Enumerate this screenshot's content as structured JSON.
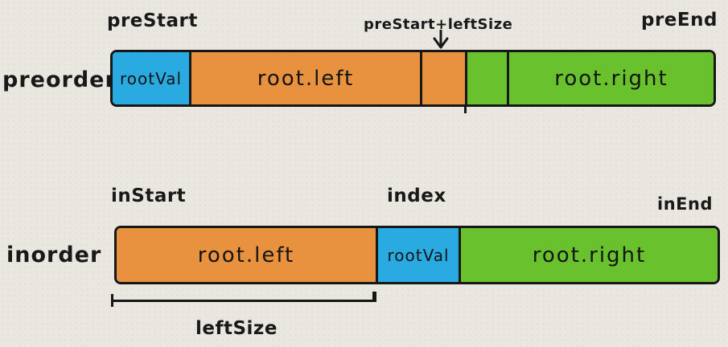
{
  "colors": {
    "background": "#eae7e0",
    "orange": "#e8913e",
    "blue": "#29abe2",
    "green": "#69c12d",
    "outline": "#171717",
    "text": "#191919"
  },
  "preorder": {
    "row_label": "preorder",
    "start_label": "preStart",
    "split_label": "preStart+leftSize",
    "end_label": "preEnd",
    "segments": [
      {
        "name": "root-val",
        "text": "rootVal",
        "color": "#29abe2"
      },
      {
        "name": "root-left",
        "text": "root.left",
        "color": "#e8913e"
      },
      {
        "name": "left-spacer",
        "text": "",
        "color": "#e8913e"
      },
      {
        "name": "right-spacer",
        "text": "",
        "color": "#69c12d"
      },
      {
        "name": "root-right",
        "text": "root.right",
        "color": "#69c12d"
      }
    ]
  },
  "inorder": {
    "row_label": "inorder",
    "start_label": "inStart",
    "index_label": "index",
    "end_label": "inEnd",
    "segments": [
      {
        "name": "root-left",
        "text": "root.left",
        "color": "#e8913e"
      },
      {
        "name": "root-val",
        "text": "rootVal",
        "color": "#29abe2"
      },
      {
        "name": "root-right",
        "text": "root.right",
        "color": "#69c12d"
      }
    ]
  },
  "bracket": {
    "label": "leftSize"
  }
}
